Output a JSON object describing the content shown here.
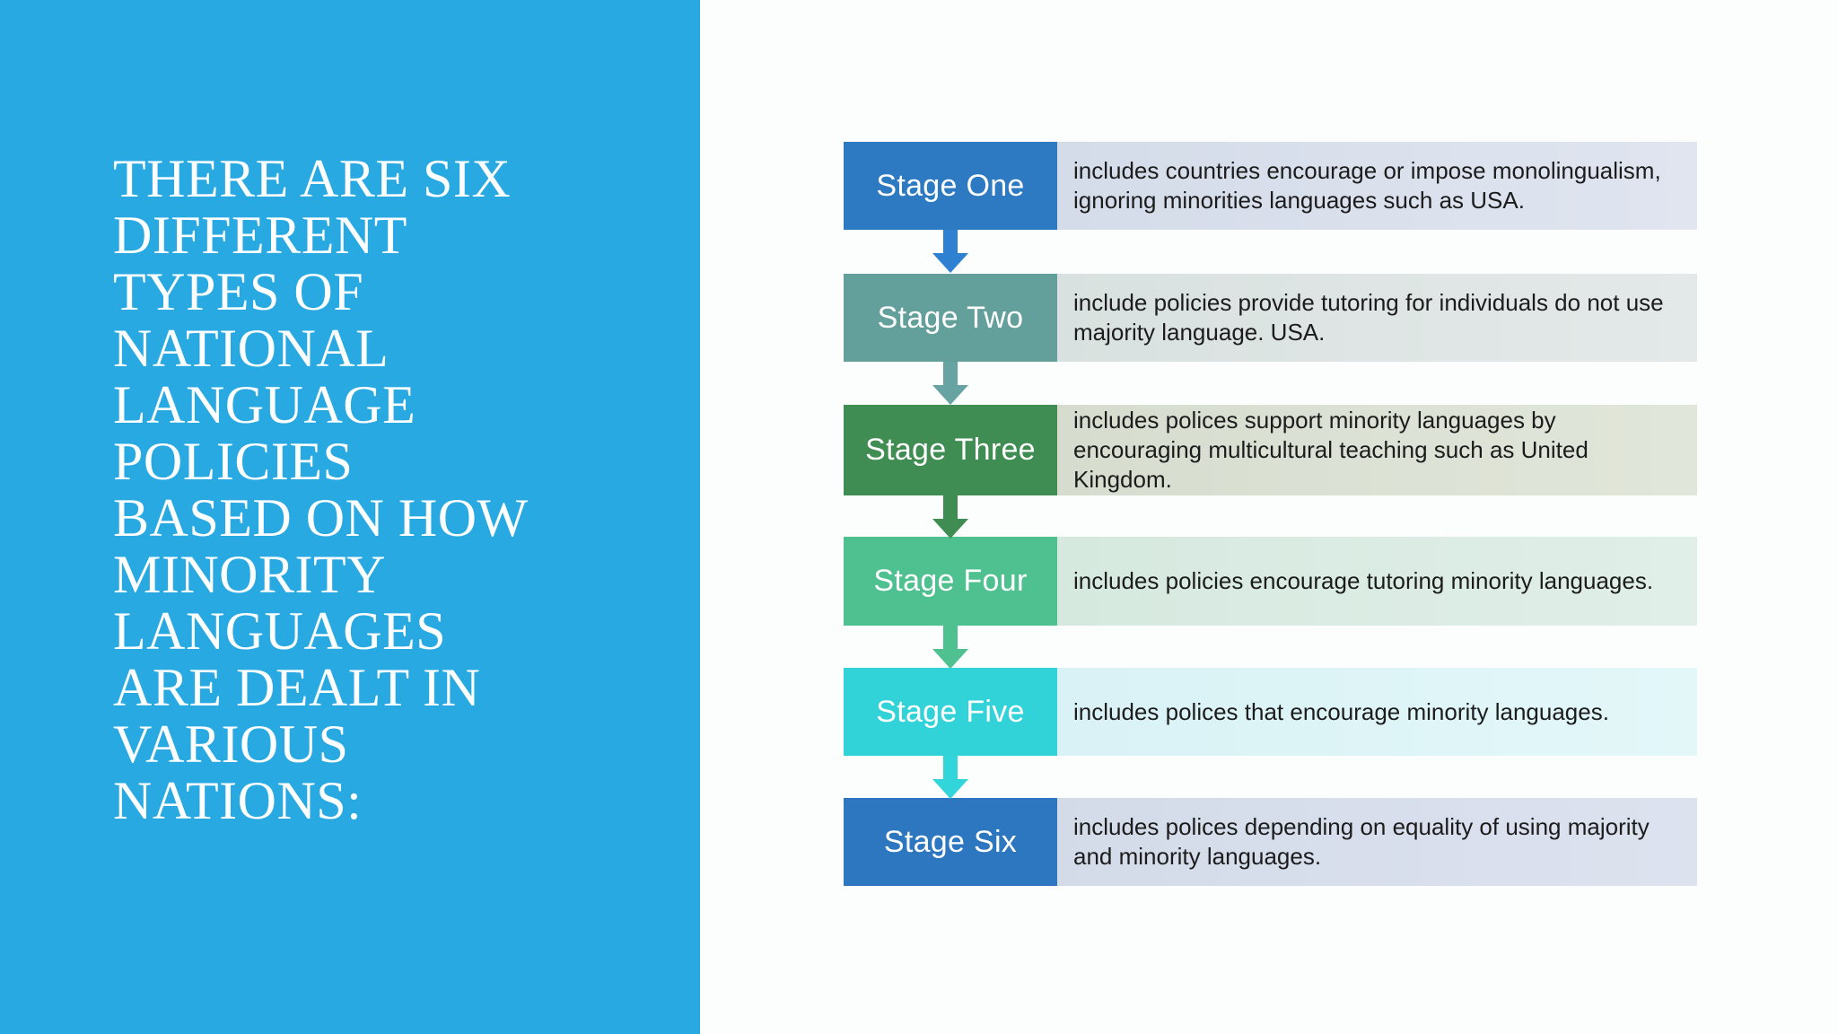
{
  "page_bg": "#fcfdfd",
  "left_panel": {
    "bg_color": "#29a9e1",
    "text_color": "#fdfeff",
    "title": "THERE ARE SIX\nDIFFERENT\nTYPES OF\nNATIONAL\nLANGUAGE\nPOLICIES\nBASED ON HOW\nMINORITY\nLANGUAGES\nARE DEALT IN\nVARIOUS\nNATIONS:"
  },
  "flow": {
    "stages": [
      {
        "label": "Stage One",
        "desc": "includes countries encourage or impose monolingualism, ignoring minorities languages such as USA.",
        "label_bg": "#2d7ac2",
        "desc_bg_from": "#d4dce9",
        "desc_bg_to": "#e0e5f0",
        "arrow_color": "#2e80d0"
      },
      {
        "label": "Stage Two",
        "desc": "include policies provide tutoring for individuals do not use majority language. USA.",
        "label_bg": "#64a09b",
        "desc_bg_from": "#d9e1e0",
        "desc_bg_to": "#e3e9e8",
        "arrow_color": "#67a3a3"
      },
      {
        "label": "Stage Three",
        "desc": "includes polices support minority languages by encouraging multicultural teaching such as United Kingdom.",
        "label_bg": "#3f8d52",
        "desc_bg_from": "#d6ddcf",
        "desc_bg_to": "#e1e6da",
        "arrow_color": "#3f8d52"
      },
      {
        "label": "Stage Four",
        "desc": "includes policies encourage tutoring minority languages.",
        "label_bg": "#4fc08f",
        "desc_bg_from": "#d6e9df",
        "desc_bg_to": "#e0efe8",
        "arrow_color": "#4fc08f"
      },
      {
        "label": "Stage Five",
        "desc": "includes polices that encourage minority languages.",
        "label_bg": "#31d2d8",
        "desc_bg_from": "#d9f2f5",
        "desc_bg_to": "#e3f7f9",
        "arrow_color": "#31d5da"
      },
      {
        "label": "Stage Six",
        "desc": "includes polices depending on equality of using majority and minority languages.",
        "label_bg": "#2d77c1",
        "desc_bg_from": "#d3dbe9",
        "desc_bg_to": "#dde2ef",
        "arrow_color": null
      }
    ]
  }
}
